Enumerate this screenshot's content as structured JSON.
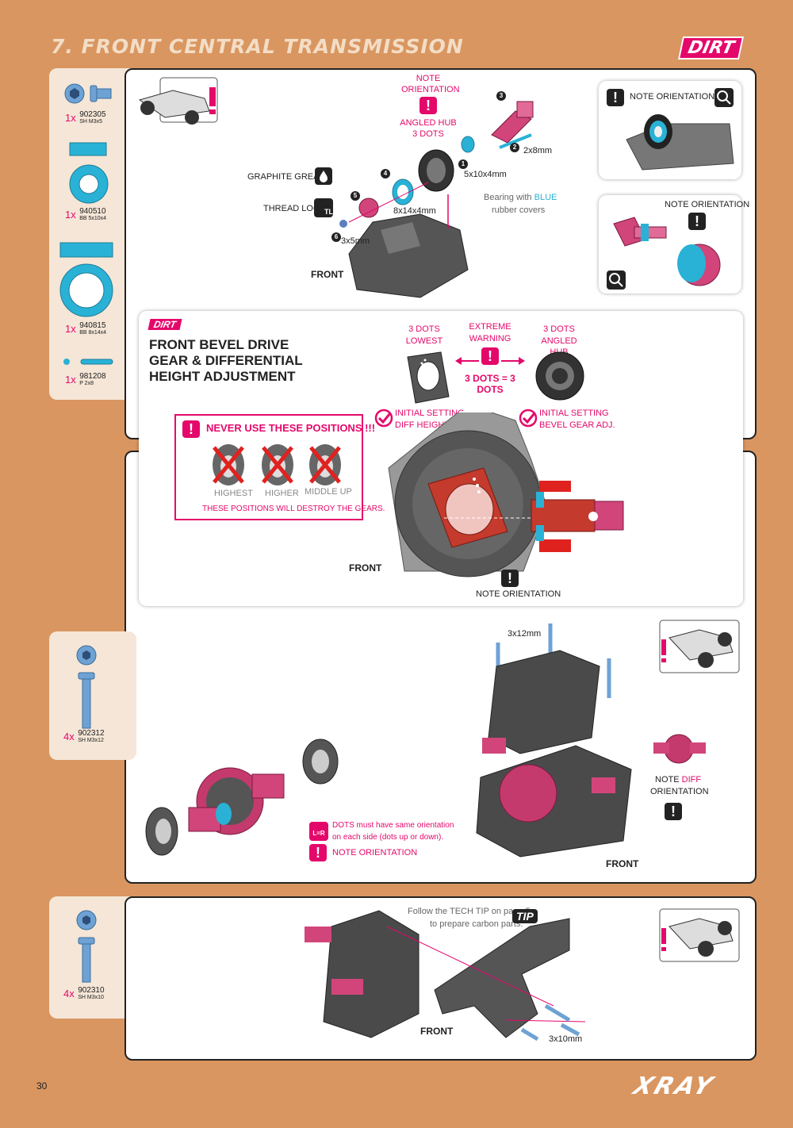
{
  "header": {
    "title": "7. FRONT CENTRAL TRANSMISSION",
    "brand": "DIRT"
  },
  "colors": {
    "page_bg": "#d99660",
    "accent": "#e5086b",
    "bearing": "#29b2d6",
    "part_gray": "#4a4a4a"
  },
  "step1": {
    "parts": [
      {
        "qty": "1x",
        "code": "902305",
        "desc": "SH M3x5"
      },
      {
        "qty": "1x",
        "code": "940510",
        "desc": "BB 5x10x4"
      },
      {
        "qty": "1x",
        "code": "940815",
        "desc": "BB 8x14x4"
      },
      {
        "qty": "1x",
        "code": "981208",
        "desc": "P 2x8"
      }
    ],
    "note_orientation": "NOTE ORIENTATION",
    "angled_hub_1": "ANGLED HUB",
    "angled_hub_2": "3 DOTS",
    "graphite_grease": "GRAPHITE GREASE",
    "thread_lock": "THREAD LOCK",
    "tl": "TL",
    "dim_2x8": "2x8mm",
    "dim_5x10x4": "5x10x4mm",
    "dim_8x14x4": "8x14x4mm",
    "dim_3x5": "3x5mm",
    "bearing_note_1": "Bearing with",
    "bearing_note_blue": "BLUE",
    "bearing_note_2": "rubber covers",
    "front": "FRONT",
    "num1": "1",
    "num2": "2",
    "num3": "3",
    "num4": "4",
    "num5": "5",
    "num6": "6",
    "box1_label": "NOTE ORIENTATION",
    "box2_label": "NOTE ORIENTATION"
  },
  "bevel": {
    "brand": "DIRT",
    "title_1": "FRONT BEVEL DRIVE",
    "title_2": "GEAR & DIFFERENTIAL",
    "title_3": "HEIGHT ADJUSTMENT",
    "dots_lowest_1": "3 DOTS",
    "dots_lowest_2": "LOWEST",
    "extreme_1": "EXTREME",
    "extreme_2": "WARNING",
    "dots_hub_1": "3 DOTS",
    "dots_hub_2": "ANGLED HUB",
    "equal": "3 DOTS = 3 DOTS",
    "initial_diff_1": "INITIAL SETTING",
    "initial_diff_2": "DIFF HEIGHT ADJ.",
    "initial_bevel_1": "INITIAL SETTING",
    "initial_bevel_2": "BEVEL GEAR ADJ.",
    "never": "NEVER USE THESE POSITIONS !!!",
    "positions": [
      "HIGHEST",
      "HIGHER",
      "MIDDLE UP"
    ],
    "destroy": "THESE POSITIONS WILL DESTROY THE GEARS.",
    "front": "FRONT",
    "note_orientation": "NOTE ORIENTATION"
  },
  "step3": {
    "parts": [
      {
        "qty": "4x",
        "code": "902312",
        "desc": "SH M3x12"
      }
    ],
    "dim": "3x12mm",
    "note_diff_1": "NOTE",
    "note_diff_2": "DIFF",
    "note_diff_3": "ORIENTATION",
    "dots_same_1": "DOTS must have same orientation",
    "dots_same_2": "on each side (dots up or down).",
    "lr": "L=R",
    "note_orientation": "NOTE ORIENTATION",
    "front": "FRONT"
  },
  "step4": {
    "parts": [
      {
        "qty": "4x",
        "code": "902310",
        "desc": "SH M3x10"
      }
    ],
    "tip_1": "Follow the TECH TIP on page 5",
    "tip_2": "to prepare carbon parts.",
    "tip": "TIP",
    "dim": "3x10mm",
    "front": "FRONT"
  },
  "footer": {
    "page": "30",
    "brand": "XRAY"
  }
}
